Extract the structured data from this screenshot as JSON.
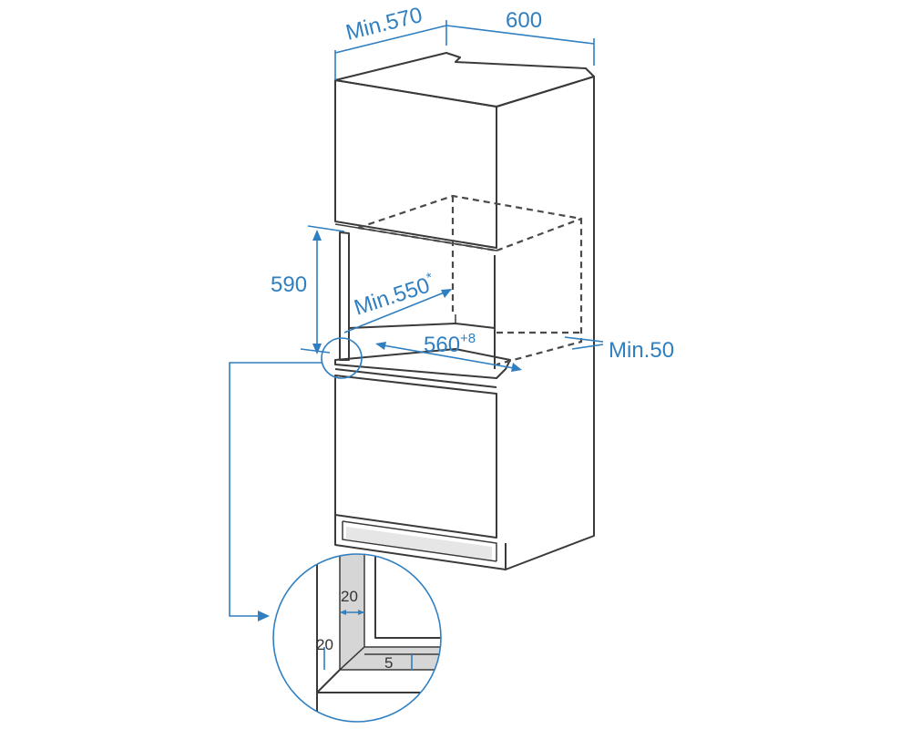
{
  "dimensions": {
    "min_depth": "Min.570",
    "width": "600",
    "height": "590",
    "min_niche_depth": "Min.550",
    "min_niche_depth_sup": "*",
    "niche_width": "560",
    "niche_width_sup": "+8",
    "min_gap": "Min.50"
  },
  "detail": {
    "vertical_panel": "20",
    "shelf_thickness": "20",
    "gap": "5"
  },
  "colors": {
    "dimension": "#2f7fc1",
    "outline": "#3a3a3a",
    "panel_fill": "#d6d6d6"
  }
}
